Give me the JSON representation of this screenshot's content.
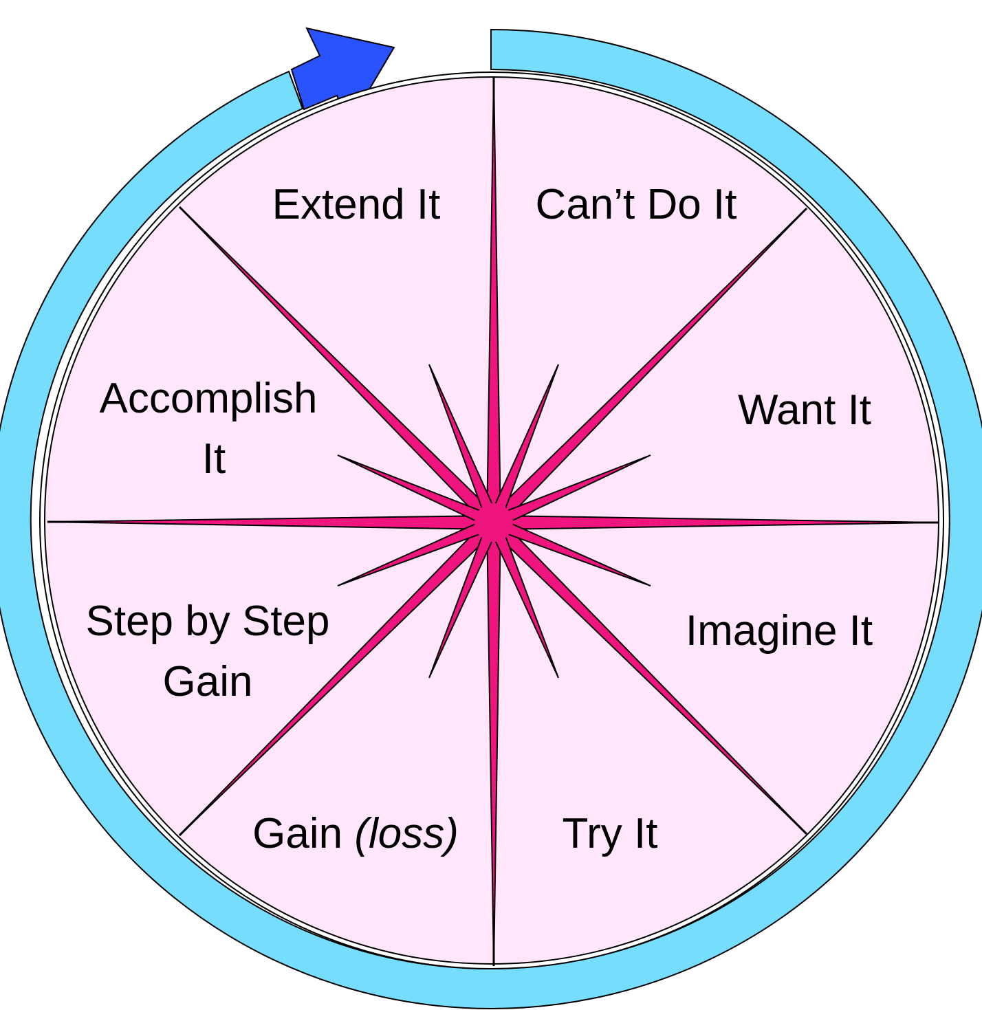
{
  "diagram": {
    "segments": [
      {
        "id": "cant-do-it",
        "lines": [
          "Can’t Do It"
        ]
      },
      {
        "id": "want-it",
        "lines": [
          "Want It"
        ]
      },
      {
        "id": "imagine-it",
        "lines": [
          "Imagine It"
        ]
      },
      {
        "id": "try-it",
        "lines": [
          "Try It"
        ]
      },
      {
        "id": "gain-loss",
        "main": "Gain ",
        "italic": "(loss)"
      },
      {
        "id": "step-by-step-gain",
        "lines": [
          "Step by Step",
          "Gain"
        ]
      },
      {
        "id": "accomplish-it",
        "lines": [
          "Accomplish",
          "It"
        ]
      },
      {
        "id": "extend-it",
        "lines": [
          "Extend It"
        ]
      }
    ],
    "colors": {
      "wheel_fill": "#ffe6fb",
      "ring": "#77ddfc",
      "arrow": "#2a52fd",
      "star": "#f0147e",
      "lines": "#000000"
    },
    "icons": {
      "cycle_arrow": "arrow-head-icon",
      "center": "starburst-icon"
    }
  }
}
